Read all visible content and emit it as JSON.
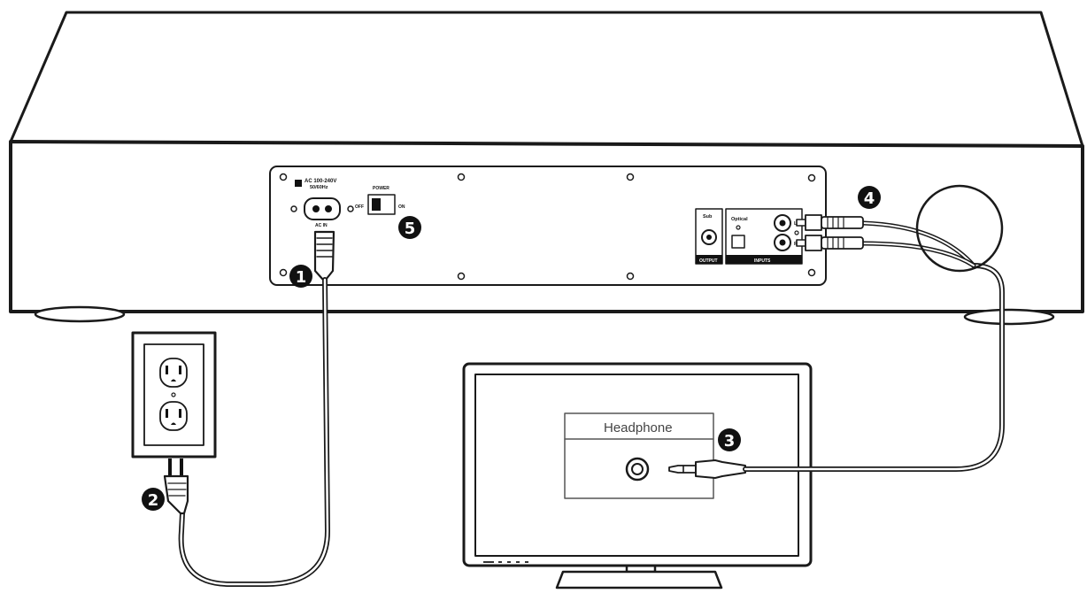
{
  "speaker_panel": {
    "ac_rating_line1": "AC 100-240V",
    "ac_rating_line2": "50/60Hz",
    "ac_port_label": "AC IN",
    "power_switch_label": "POWER",
    "switch_off_label": "OFF",
    "switch_on_label": "ON",
    "sub_label": "Sub",
    "sub_group_label": "OUTPUT",
    "optical_label": "Optical",
    "input_group_label": "INPUTS",
    "aux_l_label": "L",
    "aux_r_label": "R"
  },
  "tv": {
    "port_panel_label": "Headphone"
  },
  "callouts": [
    {
      "number": "1",
      "target": "power-plug"
    },
    {
      "number": "2",
      "target": "wall-plug"
    },
    {
      "number": "3",
      "target": "headphone-jack-plug"
    },
    {
      "number": "4",
      "target": "rca-plugs"
    },
    {
      "number": "5",
      "target": "power-switch"
    }
  ],
  "colors": {
    "line": "#1a1a1a",
    "badge": "#111111",
    "fill": "#ffffff"
  }
}
